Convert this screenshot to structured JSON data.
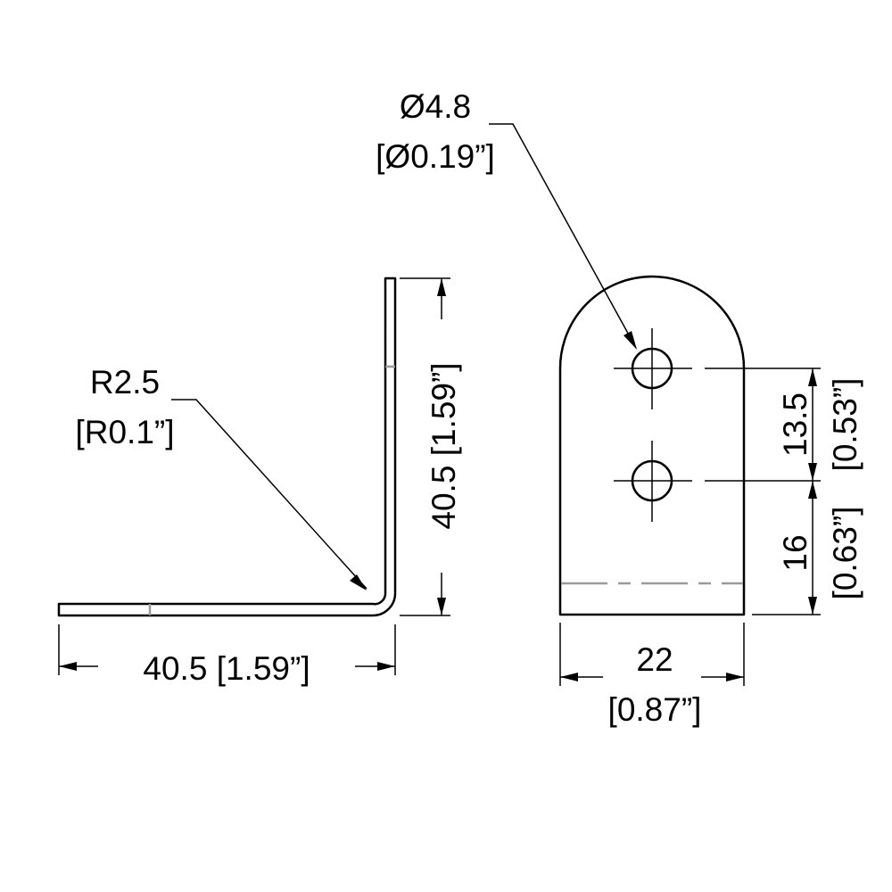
{
  "labels": {
    "hole_dia_mm": "Ø4.8",
    "hole_dia_in": "[Ø0.19”]",
    "bend_radius_mm": "R2.5",
    "bend_radius_in": "[R0.1”]",
    "vertical_leg": "40.5 [1.59”]",
    "horizontal_leg": "40.5 [1.59”]",
    "hole_spacing_mm": "13.5",
    "hole_spacing_in": "[0.53”]",
    "hole_to_bend_mm": "16",
    "hole_to_bend_in": "[0.63”]",
    "width_mm": "22",
    "width_in": "[0.87”]"
  }
}
